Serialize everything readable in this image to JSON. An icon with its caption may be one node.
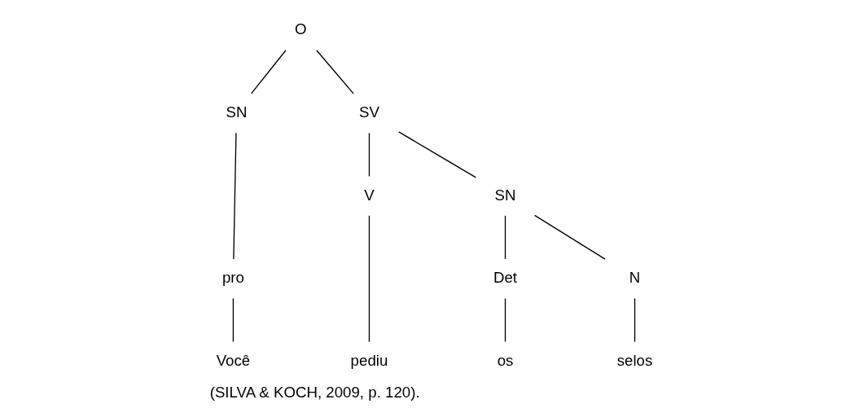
{
  "diagram": {
    "caption": "(SILVA & KOCH, 2009, p. 120).",
    "nodes": [
      {
        "text": [
          "O"
        ]
      },
      {
        "text": [
          "SN"
        ]
      },
      {
        "text": [
          "SV"
        ]
      },
      {
        "text": [
          "pro"
        ]
      },
      {
        "text": [
          "V"
        ]
      },
      {
        "text": [
          "SN"
        ]
      },
      {
        "text": [
          "Det"
        ]
      },
      {
        "text": [
          "N"
        ]
      },
      {
        "text": [
          "Você"
        ]
      },
      {
        "text": [
          "pediu"
        ]
      },
      {
        "text": [
          "os"
        ]
      },
      {
        "text": [
          "selos"
        ]
      }
    ],
    "edges": [
      {
        "from": 0,
        "to": 1,
        "arrow": "none"
      },
      {
        "from": 0,
        "to": 2,
        "arrow": "none"
      },
      {
        "from": 1,
        "to": 3,
        "arrow": "none"
      },
      {
        "from": 2,
        "to": 4,
        "arrow": "none"
      },
      {
        "from": 2,
        "to": 5,
        "arrow": "none"
      },
      {
        "from": 3,
        "to": 8,
        "arrow": "none"
      },
      {
        "from": 4,
        "to": 9,
        "arrow": "none"
      },
      {
        "from": 5,
        "to": 6,
        "arrow": "none"
      },
      {
        "from": 5,
        "to": 7,
        "arrow": "none"
      },
      {
        "from": 6,
        "to": 10,
        "arrow": "none"
      },
      {
        "from": 7,
        "to": 11,
        "arrow": "none"
      }
    ]
  }
}
